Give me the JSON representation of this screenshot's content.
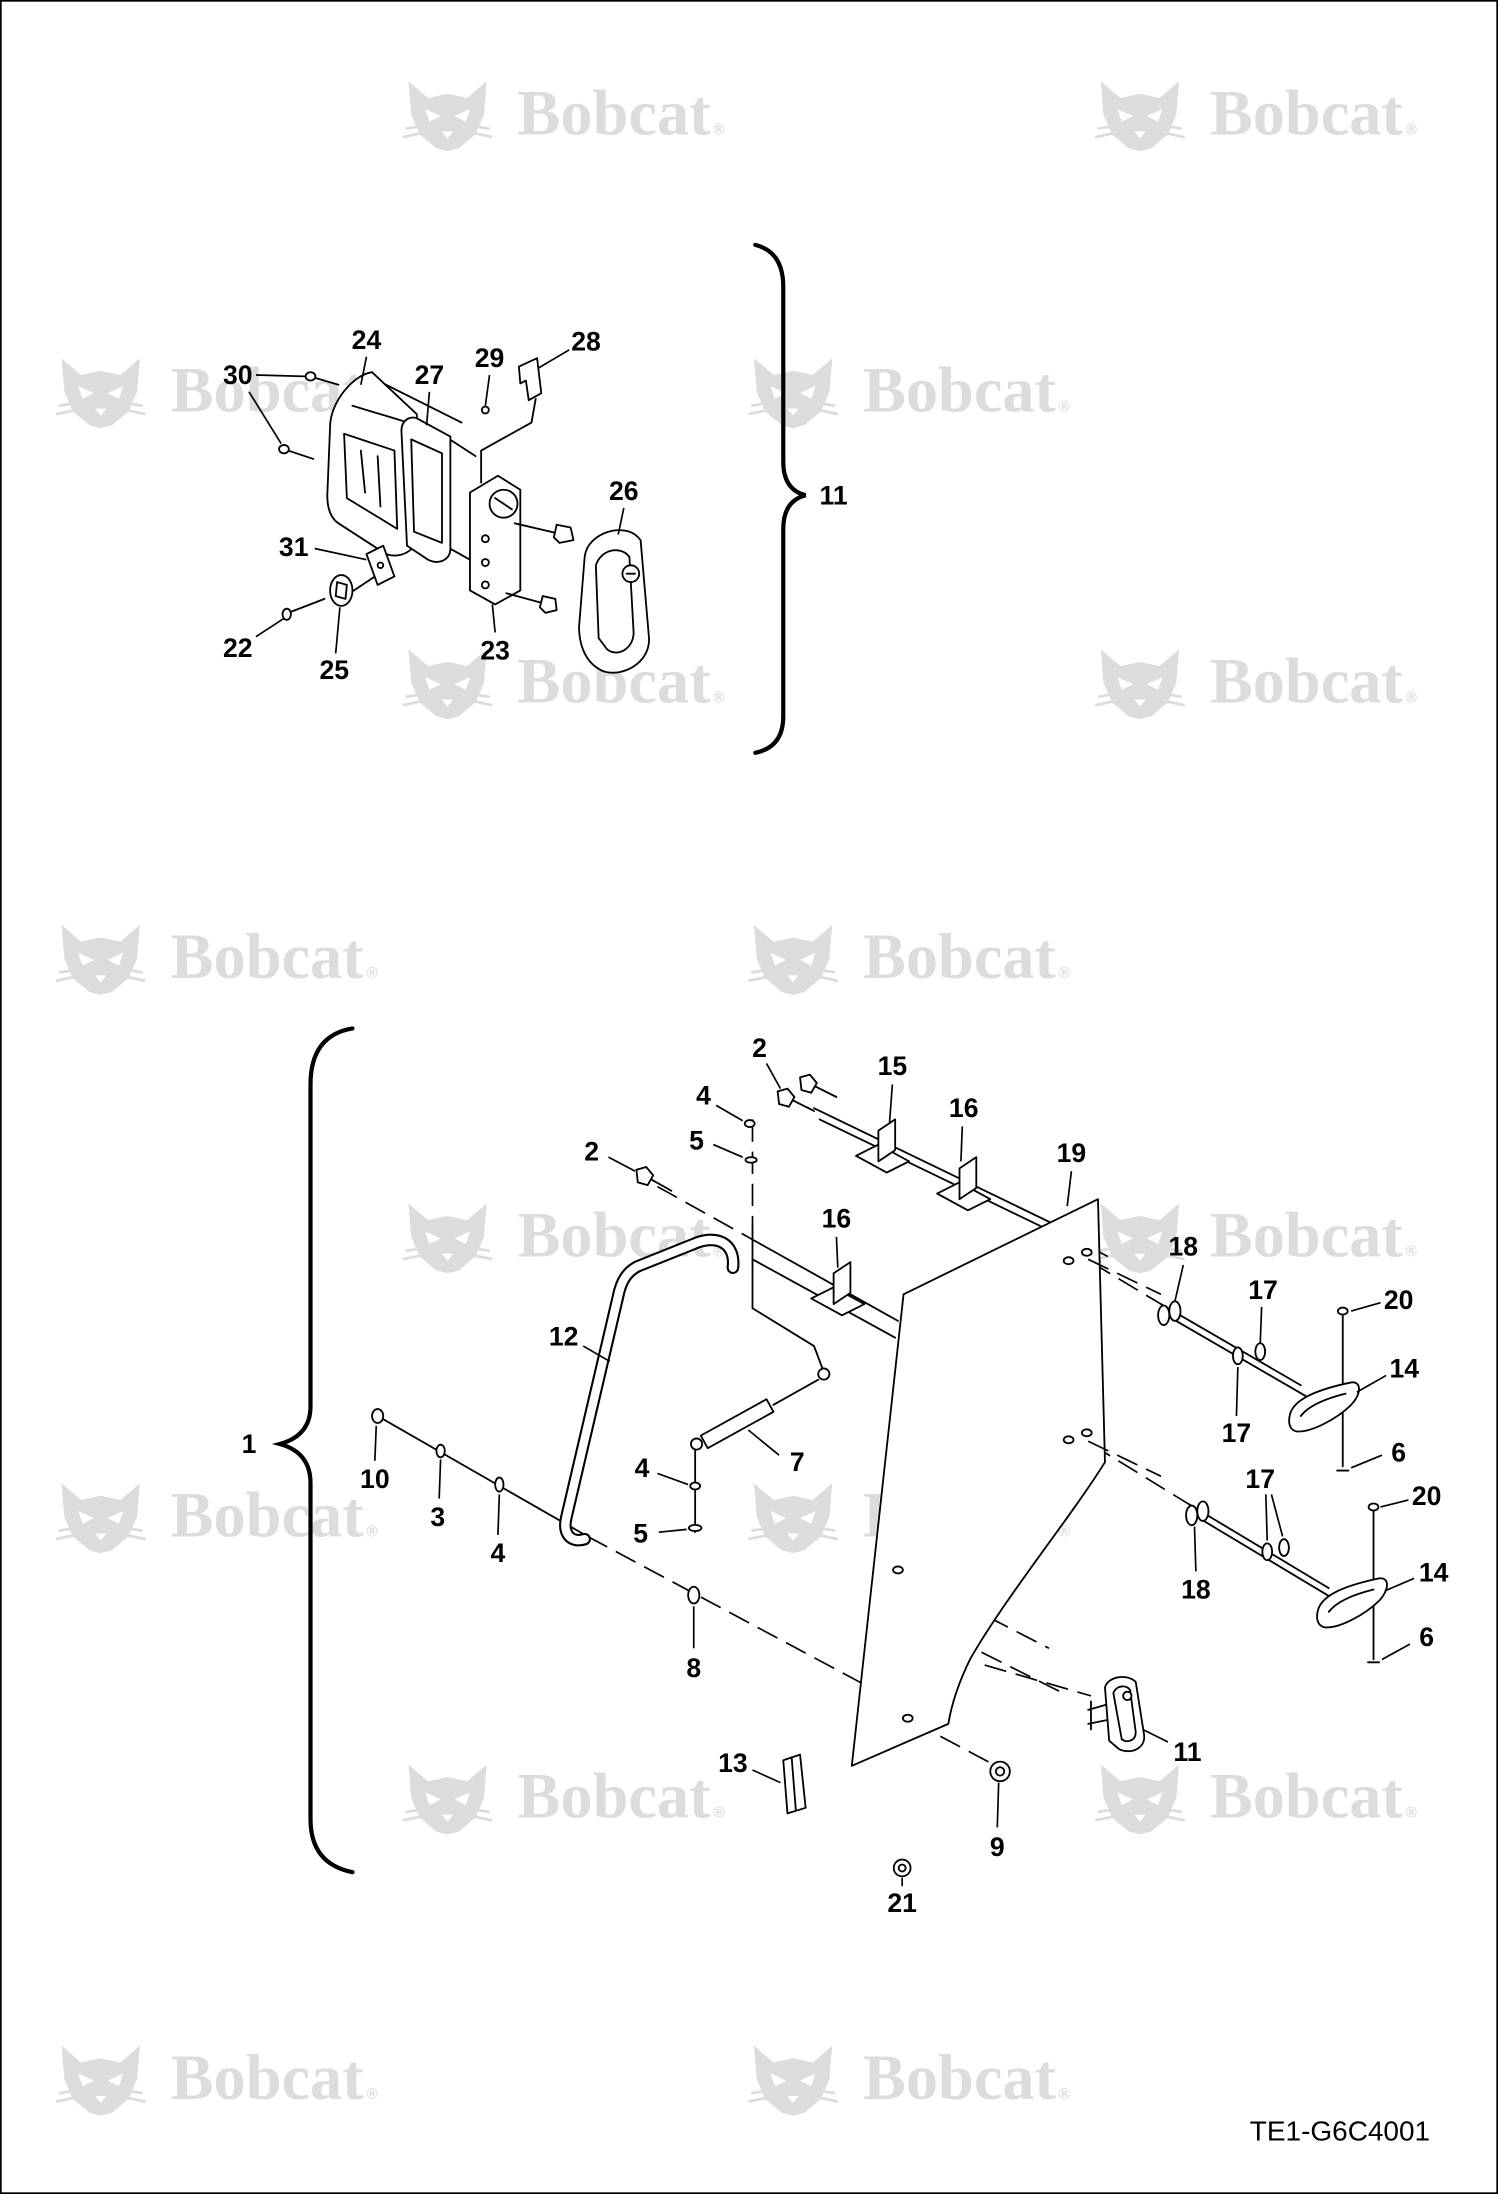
{
  "drawing_number": "TE1-G6C4001",
  "watermark": {
    "text": "Bobcat",
    "mark": "®"
  },
  "colors": {
    "line": "#000000",
    "watermark": "#dcdcdc",
    "background": "#ffffff"
  },
  "upper_assembly": {
    "brace_label": "11",
    "callouts": [
      "24",
      "30",
      "27",
      "29",
      "28",
      "26",
      "31",
      "22",
      "25",
      "23"
    ]
  },
  "lower_assembly": {
    "brace_label": "1",
    "callouts": [
      "2",
      "15",
      "4",
      "16",
      "5",
      "2",
      "19",
      "16",
      "18",
      "17",
      "20",
      "12",
      "14",
      "17",
      "6",
      "7",
      "4",
      "10",
      "17",
      "20",
      "3",
      "5",
      "4",
      "14",
      "18",
      "6",
      "8",
      "11",
      "13",
      "9",
      "21"
    ]
  }
}
